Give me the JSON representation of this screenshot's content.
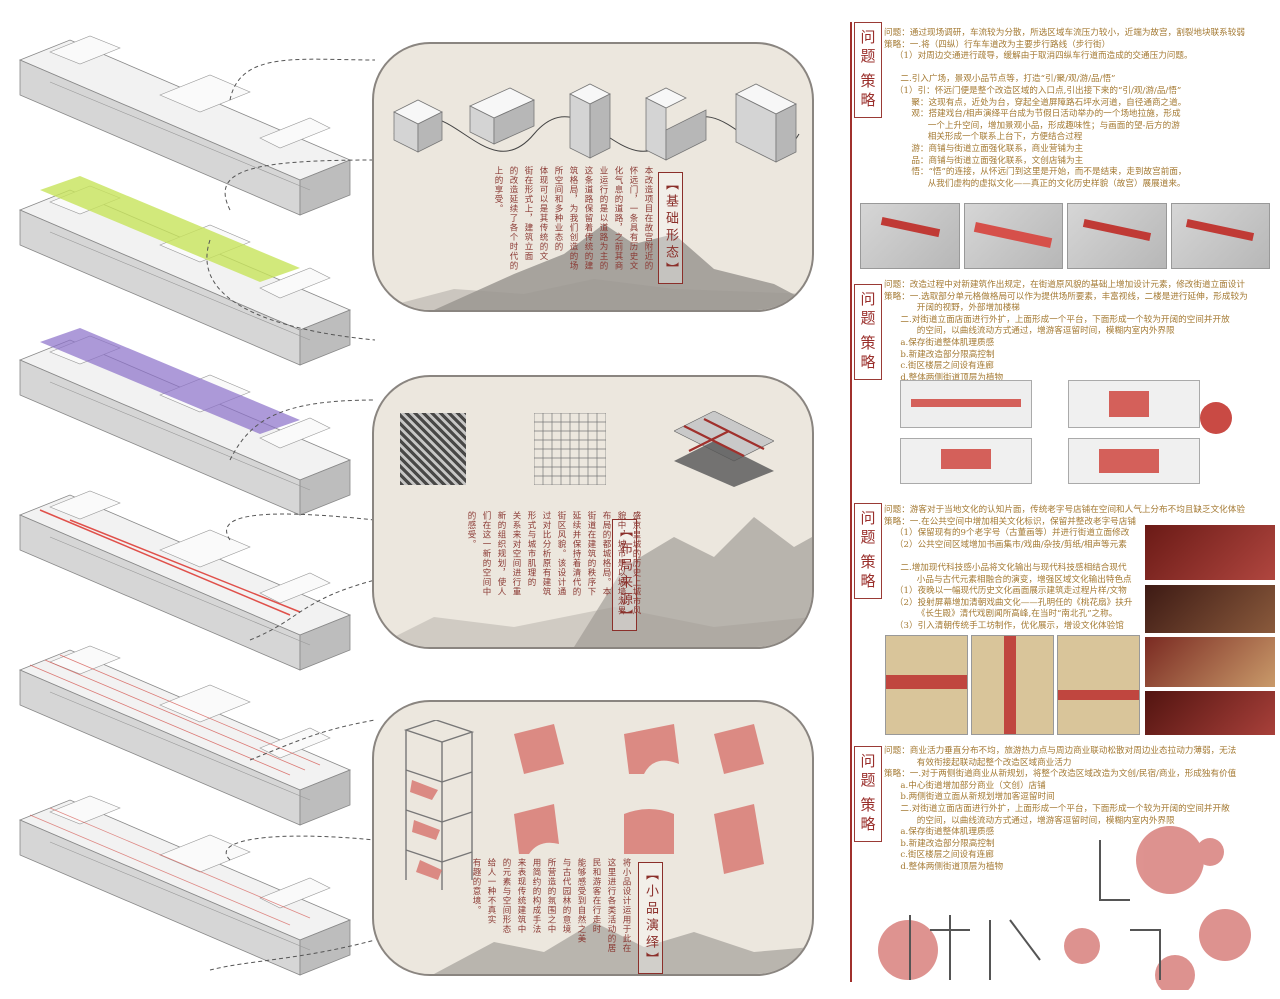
{
  "colors": {
    "accent_red": "#a0302c",
    "text_gold": "#a47a33",
    "panel_bg": "#ece7de",
    "highlight_green": "#c7e35a",
    "highlight_purple": "#8a6fc9"
  },
  "panel1": {
    "title": "【基础形态】",
    "columns": [
      "本改造项目在故宫附近的",
      "怀远门，一条具有历史文",
      "化气息的道路，之前其商",
      "业运行的是以道路为主的",
      "这条道路保留着传统的建",
      "筑格局，为我们创造的场",
      "所空间和多种业态的",
      "体现可以是其传统的文",
      "街在形式上，建筑立面",
      "的改造延续了各个时代的",
      "上的享受。"
    ]
  },
  "panel2": {
    "title": "【布局来源】",
    "columns": [
      "盛京皇城的历史上城市风",
      "貌中，城市是以城墙为界",
      "布局的都城格局。本",
      "街道在建筑的秩序下",
      "延续并保持着清代的",
      "街区风貌。该设计通",
      "过对比分析原有建筑",
      "形式与城市肌理的",
      "关系来对空间进行重",
      "新的组织规划，使人",
      "们在这一新的空间中",
      "的感受。"
    ]
  },
  "panel3": {
    "title": "【小品演绎】",
    "columns": [
      "将小品设计运用于此在",
      "这里进行各类活动的居",
      "民和游客在行走时",
      "能够感受到自然之美",
      "与古代园林的意境",
      "所营造的氛围之中",
      "用简约的构成手法",
      "来表现传统建筑中",
      "的元素与空间形态",
      "给人一种不真实",
      "有趣的意境。"
    ]
  },
  "right": {
    "qa_question": "问题",
    "qa_strategy": "策略",
    "block1": "问题：通过现场调研，车流较为分散，所选区域车流压力较小，近端为故宫，割裂地块联系较弱\n策略：一.将（四纵）行车车道改为主要步行路线（步行街）\n    （1）对周边交通进行疏导，缓解由于取消四纵车行道而造成的交通压力问题。\n\n      二.引入广场，景观小品节点等，打造“引/聚/观/游/品/悟”\n    （1）引：怀远门便是整个改造区域的入口点,引出接下来的“引/观/游/品/悟”\n          聚：这现有点，近处为台，穿起全道屏障路石坪水河道，自径通商之道。\n          观：搭建戏台/相声演绎平台成为节假日活动举办的一个场地拉施，形成\n                一个上升空间，增加景观小品，形成趣味性；与画面的望-后方的游\n                相关形成一个联系上台下，方便结合过程\n          游：商铺与街道立面强化联系，商业营铺为主\n          品：商铺与街道立面强化联系，文创店铺为主\n          悟：“悟”的连接，从怀远门到这里是开始，而不是结束，走到故宫前面，\n                从我们虚构的虚拟文化——真正的文化历史样貌（故宫）展展道来。",
    "block2": "问题：改造过程中对新建筑作出规定，在街道原风貌的基础上增加设计元素，修改街道立面设计\n策略：一.选取部分单元格做格局可以作为提供场所要素，丰富视线，二楼是进行延伸，形成较为\n            开阔的视野，外部增加楼梯\n      二.对街道立面店面进行外扩，上面形成一个平台，下面形成一个较为开阔的空间并开放\n            的空间，以曲线流动方式通过，增游客逗留时间，模糊内室内外界限\n      a.保存街道整体肌理质感\n      b.新建改造部分限高控制\n      c.街区楼层之间设有连廊\n      d.整体两侧街道顶层为植物",
    "block3": "问题：游客对于当地文化的认知片面，传统老字号店铺在空间和人气上分布不均且缺乏文化体验\n策略：一.在公共空间中增加相关文化标识，保留并整改老字号店铺\n    （1）保留现有的9个老字号（古董画等）并进行街道立面修改\n    （2）公共空间区域增加书画集市/戏曲/杂技/剪纸/相声等元素\n\n      二.增加现代科技感小品将文化输出与现代科技感相结合现代\n            小品与古代元素相融合的演变，增强区域文化输出特色点\n    （1）夜晚以一幅现代历史文化画面展示建筑走过程片样/文物\n    （2）投射屏幕增加清朝戏曲文化——孔明任的《桃花扇》扶升\n            《长生殿》清代戏剧闻所高峰,在当时“南北孔”之称。\n    （3）引入清朝传统手工坊制作，优化展示，增设文化体验馆",
    "block4": "问题：商业活力垂直分布不均，旅游热力点与周边商业联动松散对周边业态拉动力薄弱，无法\n            有效衔接起联动起整个改造区域商业活力\n策略：一.对于两侧街道商业从新规划，将整个改造区域改造为文创/民宿/商业，形成独有价值\n      a.中心街道增加部分商业（文创）店铺\n      b.两侧街道立面从新规划增加客逗留时间\n      二.对街道立面店面进行外扩，上面形成一个平台，下面形成一个较为开阔的空间并开敞\n            的空间，以曲线流动方式通过，增游客逗留时间，模糊内室内外界限\n      a.保存街道整体肌理质感\n      b.新建改造部分限高控制\n      c.街区楼层之间设有连廊\n      d.整体两侧街道顶层为植物"
  }
}
